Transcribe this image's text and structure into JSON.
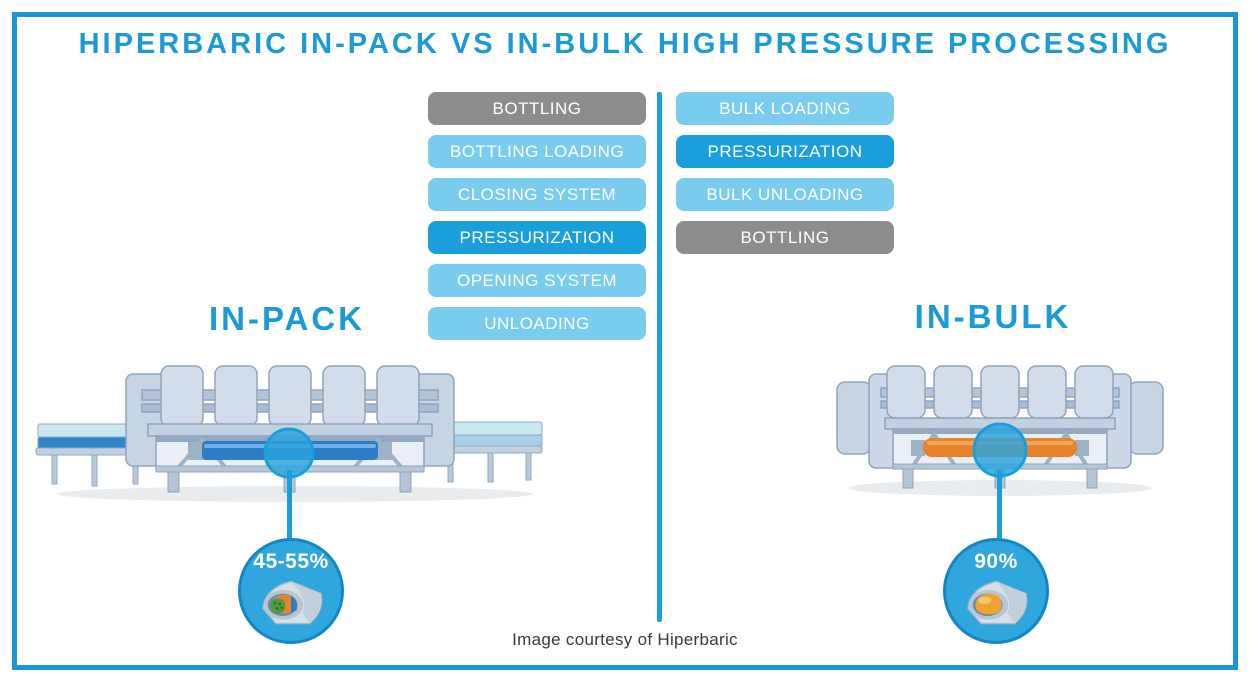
{
  "title": "HIPERBARIC IN-PACK VS IN-BULK HIGH PRESSURE PROCESSING",
  "in_pack": {
    "label": "IN-PACK",
    "steps": [
      {
        "label": "BOTTLING",
        "type": "gray"
      },
      {
        "label": "BOTTLING LOADING",
        "type": "light-blue"
      },
      {
        "label": "CLOSING SYSTEM",
        "type": "light-blue"
      },
      {
        "label": "PRESSURIZATION",
        "type": "dark-blue"
      },
      {
        "label": "OPENING SYSTEM",
        "type": "light-blue"
      },
      {
        "label": "UNLOADING",
        "type": "light-blue"
      }
    ],
    "vessel_fill_percentage": "45-55%"
  },
  "in_bulk": {
    "label": "IN-BULK",
    "steps": [
      {
        "label": "BULK LOADING",
        "type": "light-blue"
      },
      {
        "label": "PRESSURIZATION",
        "type": "dark-blue"
      },
      {
        "label": "BULK UNLOADING",
        "type": "light-blue"
      },
      {
        "label": "BOTTLING",
        "type": "gray"
      }
    ],
    "vessel_fill_percentage": "90%"
  },
  "footer": {
    "credit": "Image courtesy of Hiperbaric"
  },
  "icons": {
    "in_pack_machine": "hpp-in-pack-machine-with-conveyors-illustration",
    "in_bulk_machine": "hpp-in-bulk-machine-illustration",
    "in_pack_callout": "vessel-cutaway-with-packed-bottles-icon",
    "in_bulk_callout": "vessel-cutaway-with-bulk-liquid-icon"
  },
  "colors": {
    "accent_blue": "#1b9ad7",
    "frame_border": "#1b96d4",
    "step_gray": "#8d8d8d",
    "step_light_blue": "#7accef",
    "step_dark_blue": "#1a9fdc",
    "divider_blue": "#1b9edc",
    "callout_fill": "#2fa7de",
    "callout_border": "#1287c5",
    "in_pack_vessel": "#2b7ec5",
    "in_bulk_vessel": "#e8832c"
  }
}
